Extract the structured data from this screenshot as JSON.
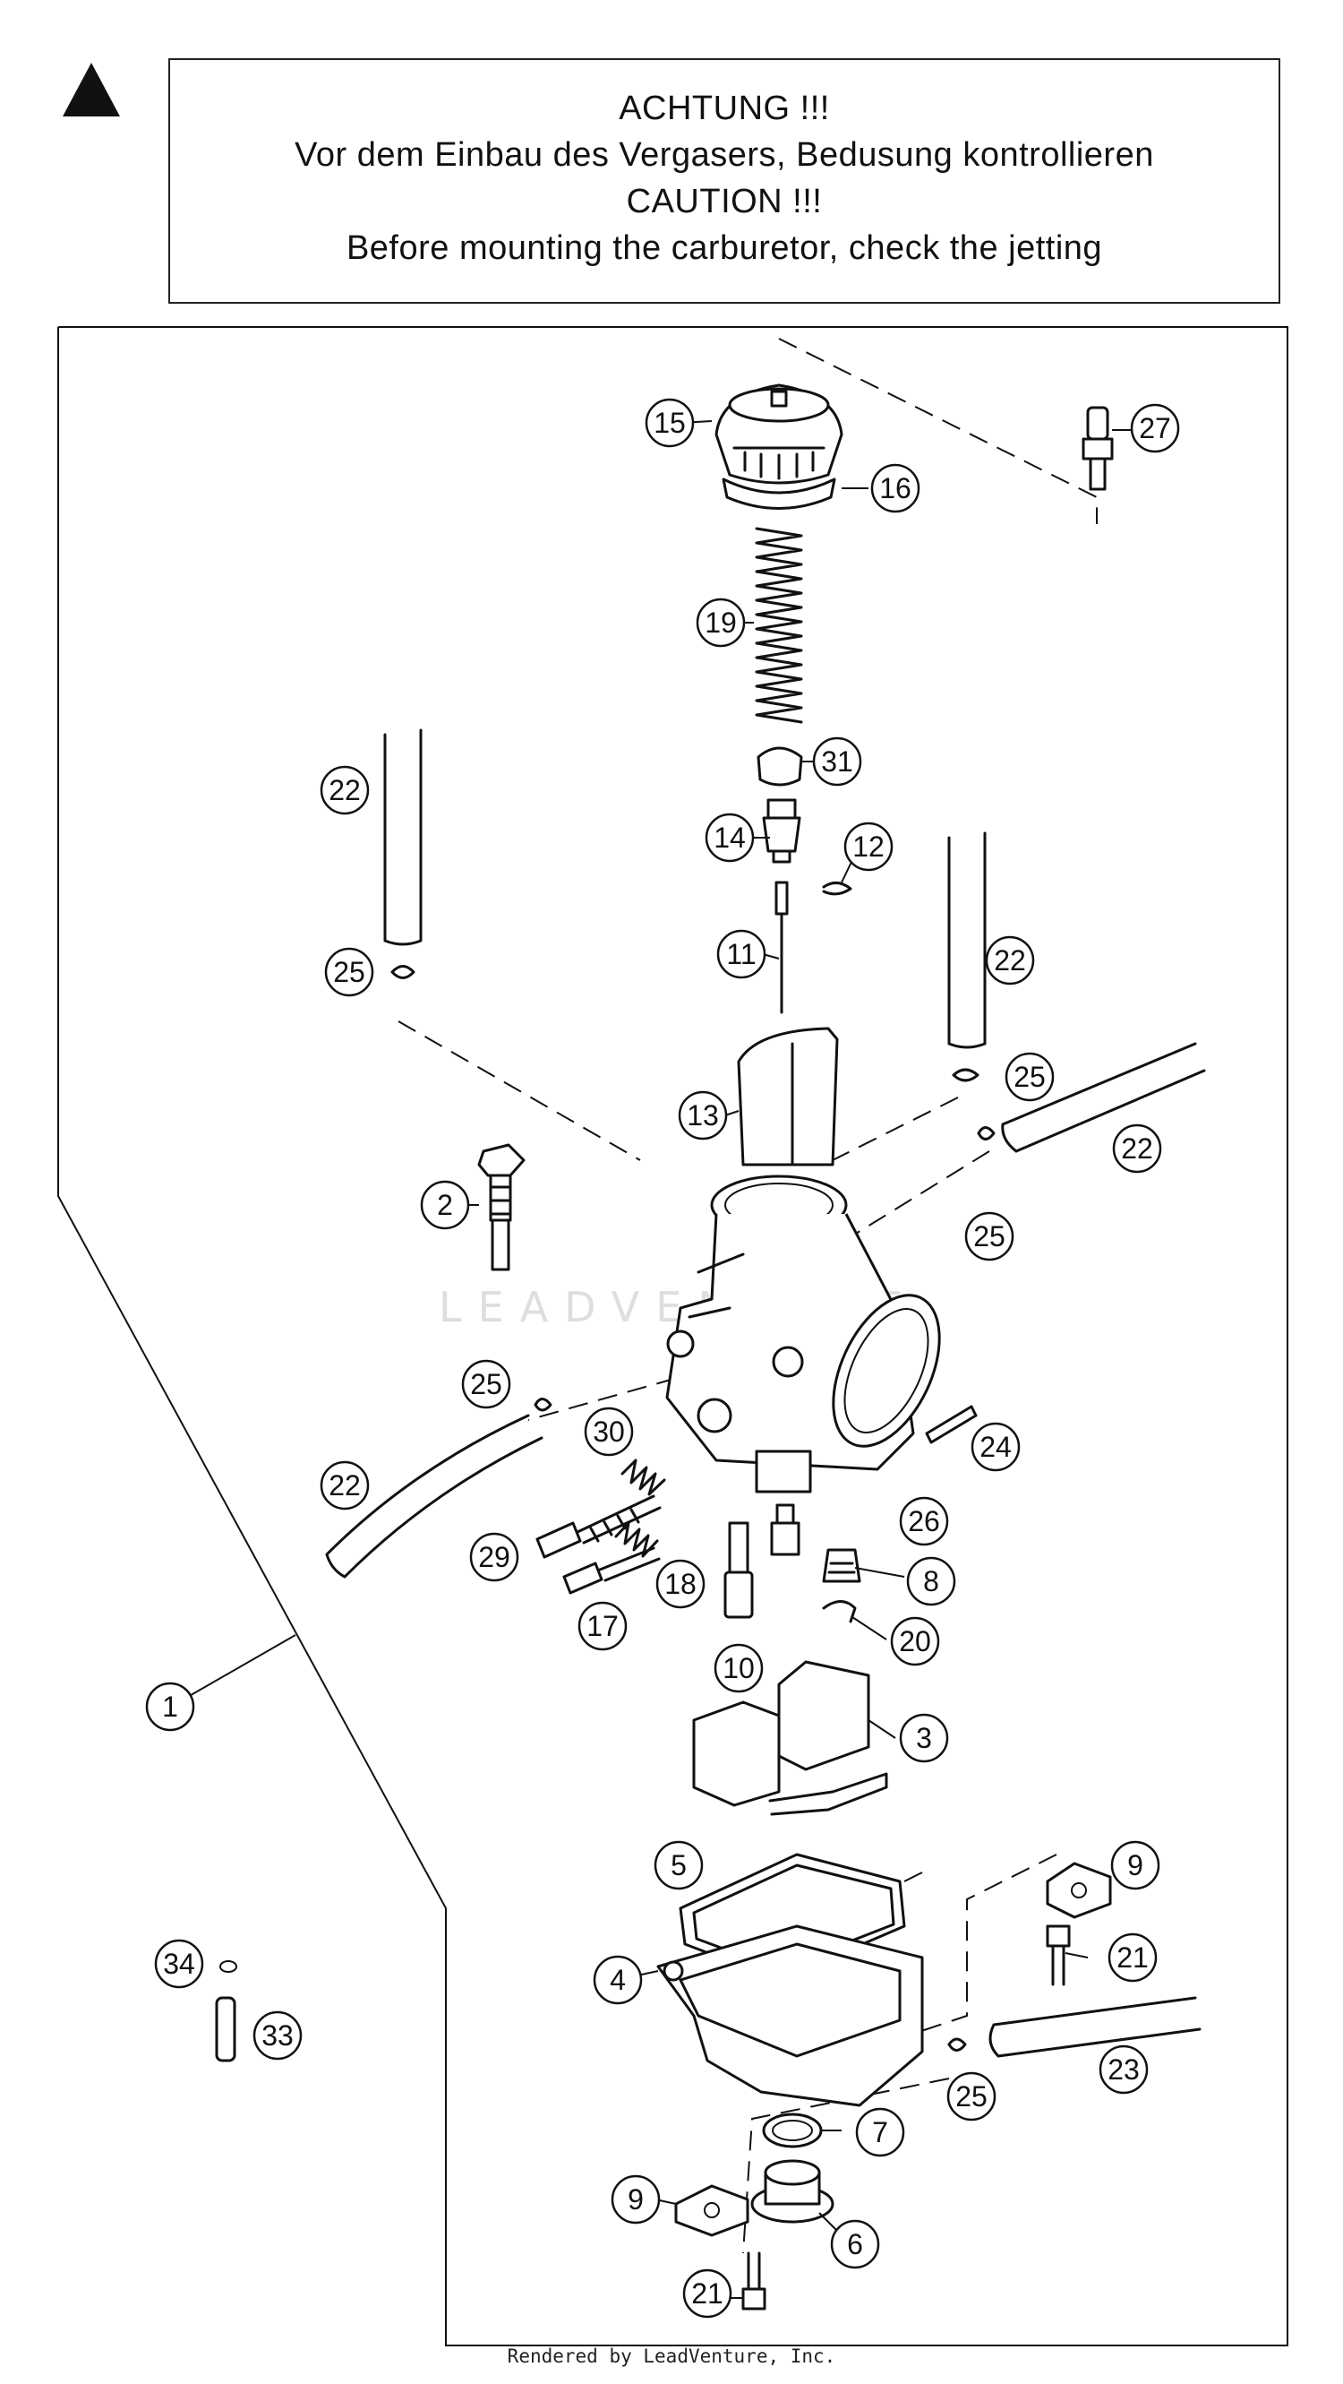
{
  "caution": {
    "line1": "ACHTUNG !!!",
    "line2": "Vor dem Einbau des Vergasers, Bedusung kontrollieren",
    "line3": "CAUTION !!!",
    "line4": "Before mounting the carburetor, check the jetting"
  },
  "watermark": "LEADVENTURE",
  "footer": "Rendered by LeadVenture, Inc.",
  "callouts": [
    "1",
    "2",
    "3",
    "4",
    "5",
    "6",
    "7",
    "8",
    "9",
    "9",
    "10",
    "11",
    "12",
    "13",
    "14",
    "15",
    "16",
    "17",
    "18",
    "19",
    "20",
    "21",
    "21",
    "22",
    "22",
    "22",
    "22",
    "23",
    "24",
    "25",
    "25",
    "25",
    "25",
    "25",
    "26",
    "27",
    "29",
    "30",
    "31",
    "33",
    "34"
  ]
}
